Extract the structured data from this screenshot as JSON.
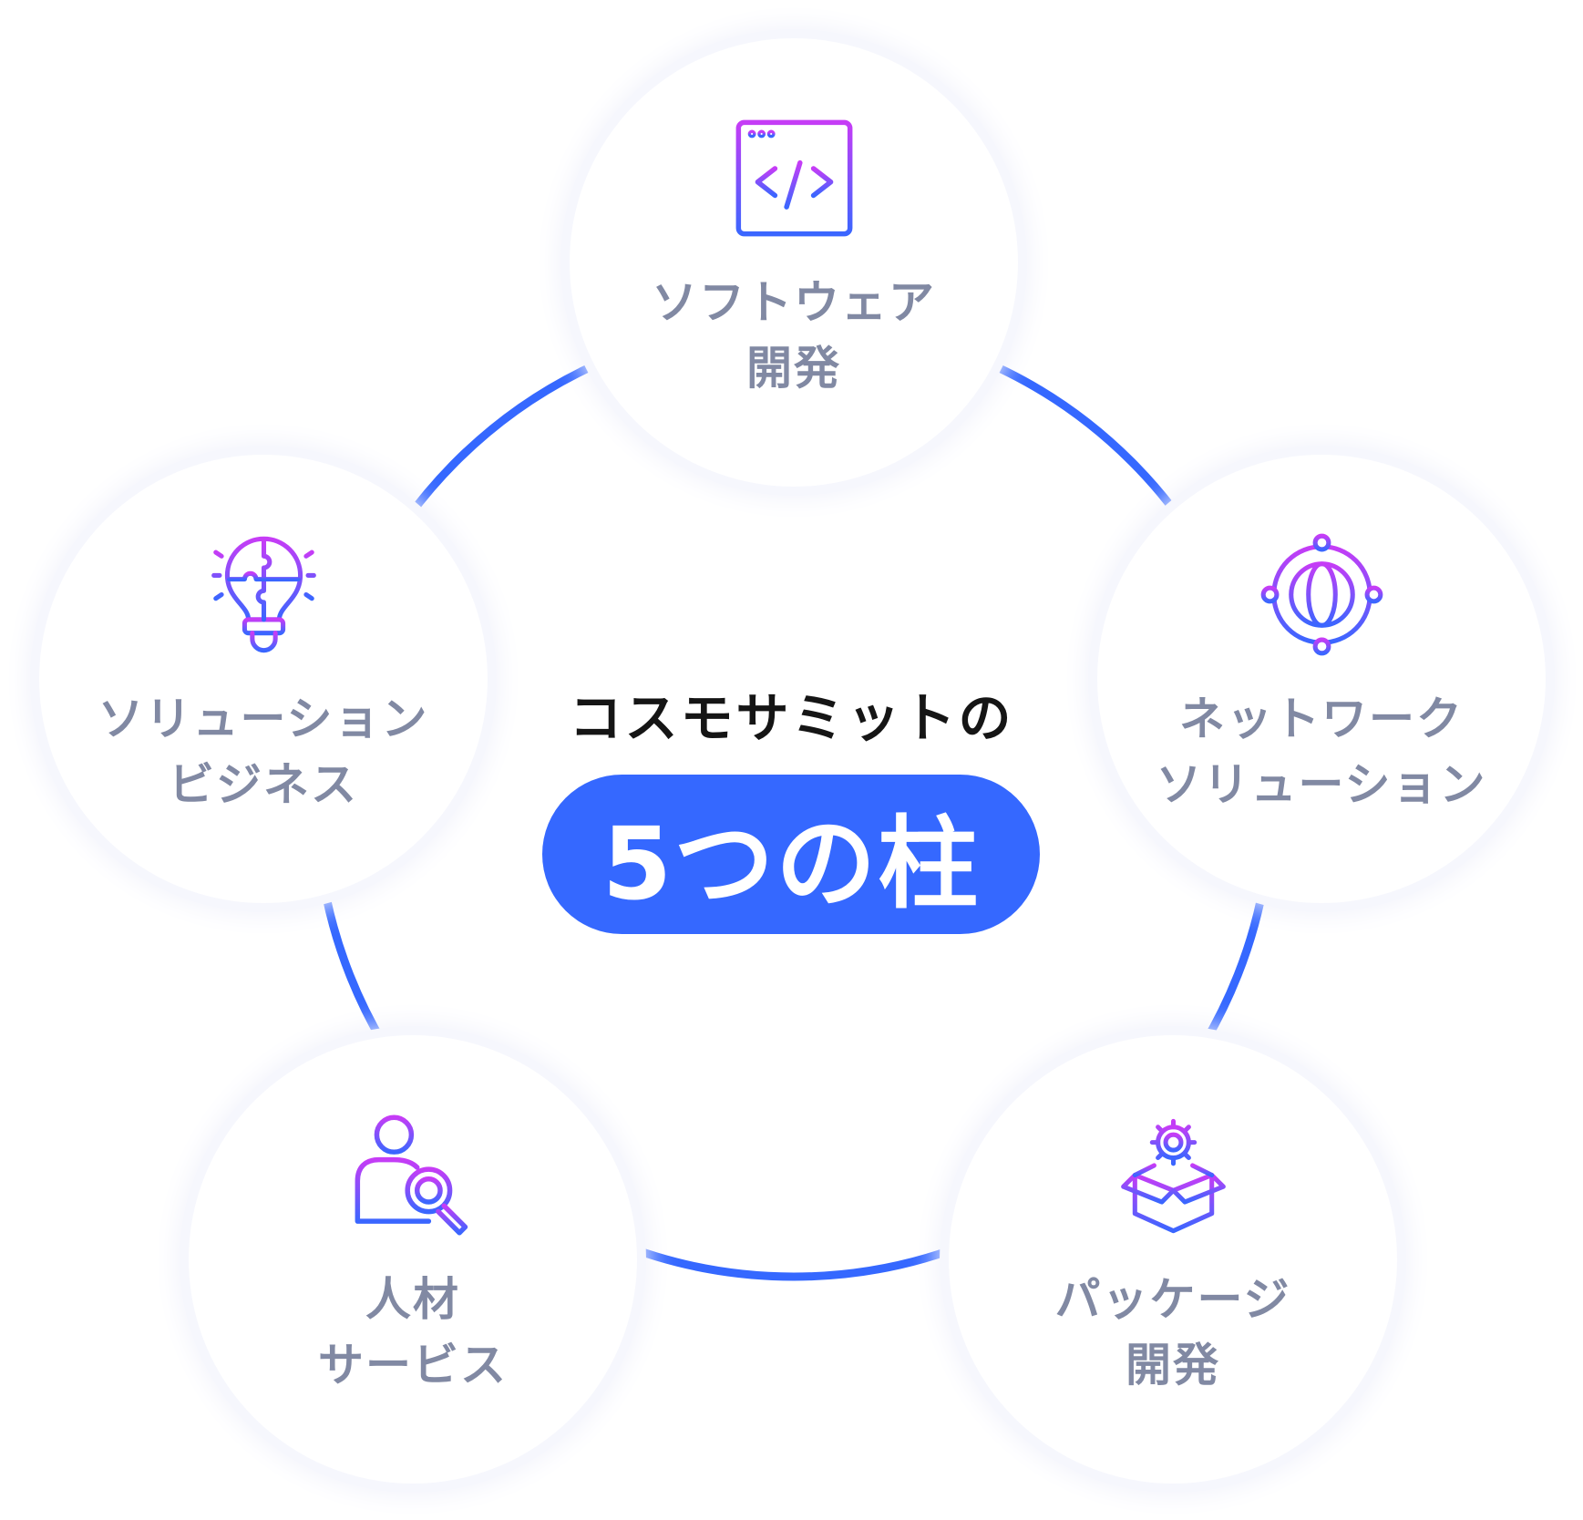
{
  "center": {
    "title": "コスモサミットの",
    "badge": "5つの柱"
  },
  "colors": {
    "ring": "#3568ff",
    "badge": "#3568ff",
    "label": "#8189a3",
    "icon_gradient_start": "#c63cf6",
    "icon_gradient_end": "#3a66ff"
  },
  "pillars": [
    {
      "icon": "code-window-icon",
      "line1": "ソフトウェア",
      "line2": "開発"
    },
    {
      "icon": "globe-network-icon",
      "line1": "ネットワーク",
      "line2": "ソリューション"
    },
    {
      "icon": "package-gear-icon",
      "line1": "パッケージ",
      "line2": "開発"
    },
    {
      "icon": "person-search-icon",
      "line1": "人材",
      "line2": "サービス"
    },
    {
      "icon": "lightbulb-puzzle-icon",
      "line1": "ソリューション",
      "line2": "ビジネス"
    }
  ]
}
